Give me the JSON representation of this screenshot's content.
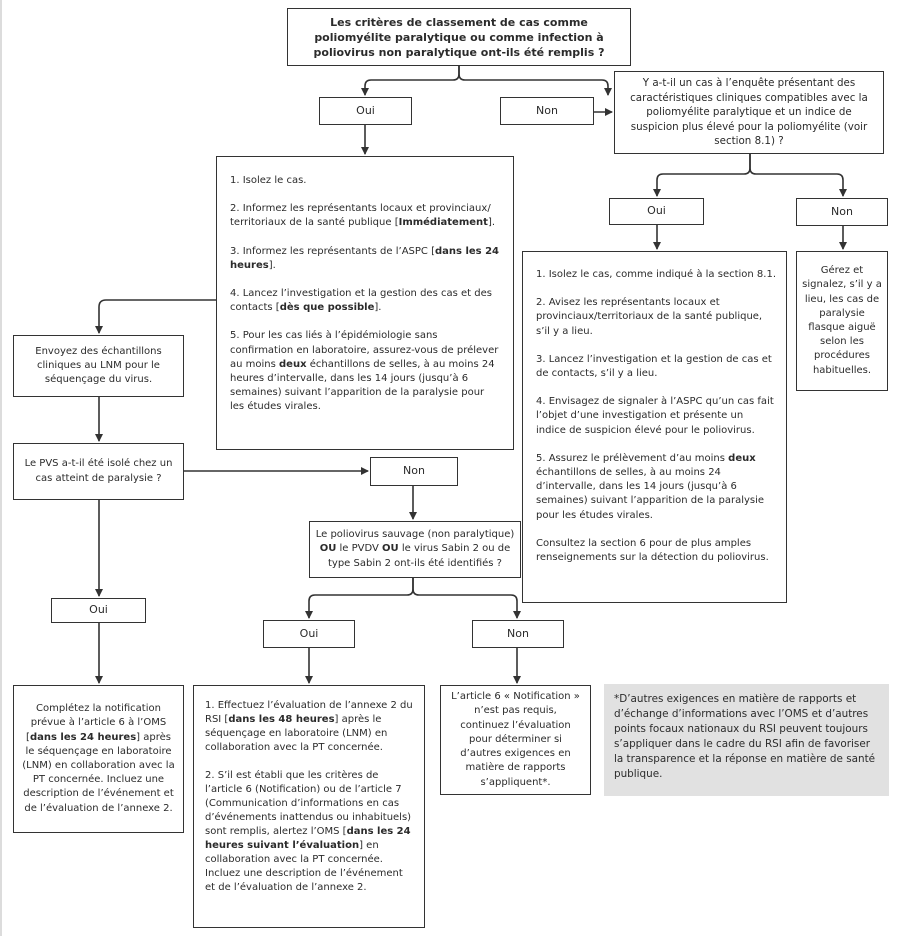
{
  "q_main": [
    "Les critères de classement de cas comme poliomyélite paralytique ou comme infection à poliovirus non paralytique ont-ils été remplis ?"
  ],
  "oui_1": "Oui",
  "non_1": "Non",
  "q_enquete": [
    "Y a-t-il un cas à l’enquête présentant des caractéristiques cliniques compatibles avec la poliomyélite paralytique et un indice de suspicion plus élevé pour la poliomyélite (voir section 8.1) ?"
  ],
  "actions_1": [
    [
      "1. Isolez le cas."
    ],
    [
      "2. Informez les représentants locaux et provinciaux/ territoriaux de la santé publique [",
      {
        "b": "Immédiatement"
      },
      "]."
    ],
    [
      "3. Informez les représentants de l’ASPC [",
      {
        "b": "dans les 24 heures"
      },
      "]."
    ],
    [
      "4. Lancez l’investigation et la gestion des cas et des contacts [",
      {
        "b": "dès que possible"
      },
      "]."
    ],
    [
      "5. Pour les cas liés à l’épidémiologie sans confirmation en laboratoire, assurez-vous de prélever au moins ",
      {
        "b": "deux"
      },
      " échantillons de selles, à au moins 24 heures d’intervalle, dans les 14 jours (jusqu’à 6 semaines) suivant l’apparition de la paralysie pour les études virales."
    ]
  ],
  "oui_2": "Oui",
  "non_2": "Non",
  "actions_2": [
    [
      "1. Isolez le cas, comme indiqué à la section 8.1."
    ],
    [
      "2. Avisez les représentants locaux et provinciaux/territoriaux de la santé publique, s’il y a lieu."
    ],
    [
      "3. Lancez l’investigation et la gestion de cas et de contacts, s’il y a lieu."
    ],
    [
      "4. Envisagez de signaler à l’ASPC qu’un cas fait l’objet d’une investigation et présente un indice de suspicion élevé pour le poliovirus."
    ],
    [
      "5. Assurez le prélèvement d’au moins ",
      {
        "b": "deux"
      },
      " échantillons de selles, à au moins 24 d’intervalle, dans les 14 jours (jusqu’à 6 semaines) suivant l’apparition de la paralysie pour les études virales."
    ],
    [
      "Consultez la section 6 pour de plus amples renseignements sur la détection du poliovirus."
    ]
  ],
  "signalez": [
    "Gérez et signalez, s’il y a lieu, les cas de paralysie flasque aiguë selon les procédures habituelles."
  ],
  "envoyez": [
    "Envoyez des échantillons cliniques au LNM pour le séquençage du virus."
  ],
  "q_pvs": [
    "Le PVS a-t-il été isolé chez un cas atteint de paralysie ?"
  ],
  "non_3": "Non",
  "q_sauvage": [
    "Le poliovirus sauvage (non paralytique) ",
    {
      "b": "OU"
    },
    " le PVDV ",
    {
      "b": "OU"
    },
    " le virus Sabin 2 ou de type Sabin 2 ont-ils été identifiés ?"
  ],
  "oui_3": "Oui",
  "oui_4": "Oui",
  "non_4": "Non",
  "completez": [
    "Complétez la notification prévue à l’article 6 à l’OMS [",
    {
      "b": "dans les 24 heures"
    },
    "] après le séquençage en laboratoire (LNM) en collaboration avec la PT concernée. Incluez une description de l’événement et de l’évaluation de l’annexe 2."
  ],
  "actions_3": [
    [
      "1. Effectuez l’évaluation de l’annexe 2 du RSI [",
      {
        "b": "dans les 48 heures"
      },
      "] après le séquençage en laboratoire (LNM) en collaboration avec la PT concernée."
    ],
    [
      "2. S’il est établi que les critères de l’article 6 (Notification) ou de l’article 7 (Communication d’informations en cas d’événements inattendus ou inhabituels) sont remplis, alertez l’OMS [",
      {
        "b": "dans les 24 heures suivant l’évaluation"
      },
      "] en collaboration avec la PT concernée. Incluez une description de l’événement et de l’évaluation de l’annexe 2."
    ]
  ],
  "article6": [
    "L’article 6 « Notification » n’est pas requis, continuez l’évaluation pour déterminer si d’autres exigences en matière de rapports s’appliquent*."
  ],
  "note": [
    "*D’autres exigences en matière de rapports et d’échange d’informations avec l’OMS et d’autres points focaux nationaux du RSI peuvent toujours s’appliquer dans le cadre du RSI afin de favoriser la transparence et la réponse en matière de santé publique."
  ],
  "colors": {
    "line": "#333333",
    "note_bg": "#e1e1e1"
  }
}
